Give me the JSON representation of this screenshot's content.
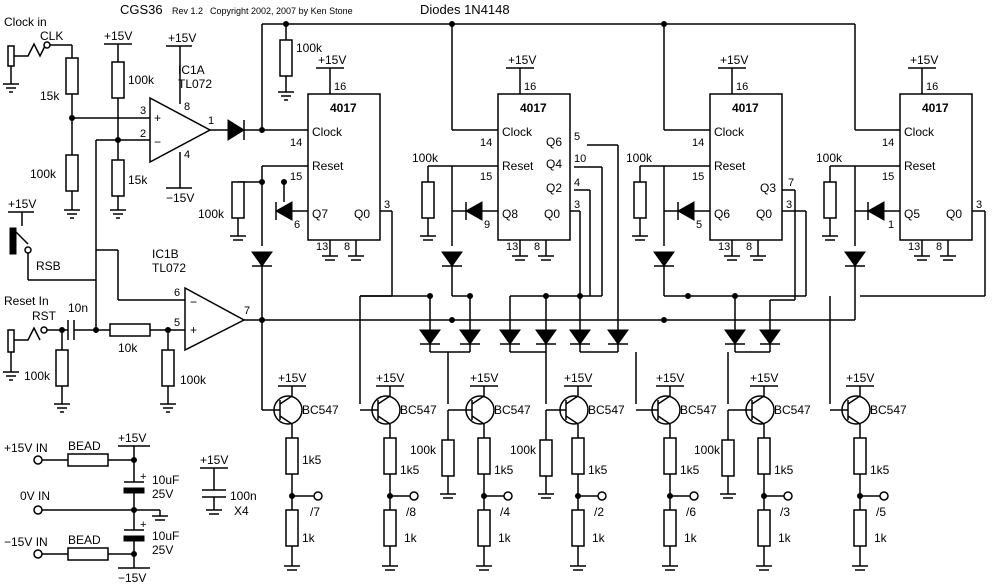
{
  "header": {
    "title": "CGS36",
    "revision": "Rev 1.2",
    "copyright": "Copyright 2002, 2007 by Ken Stone",
    "diodes": "Diodes 1N4148"
  },
  "inputs": {
    "clock_in": "Clock in",
    "clk": "CLK",
    "rsb": "RSB",
    "reset_in": "Reset In",
    "rst": "RST"
  },
  "opamps": {
    "ic1a": "IC1A",
    "ic1b": "IC1B",
    "type": "TL072"
  },
  "rails": {
    "pos": "+15V",
    "neg": "−15V",
    "pin16": "16"
  },
  "chips": [
    {
      "name": "4017",
      "clock": "Clock",
      "reset": "Reset",
      "p14": "14",
      "p15": "15",
      "p13": "13",
      "p8": "8",
      "q_left": "Q7",
      "q_left_pin": "6",
      "q0": "Q0",
      "q0_pin": "3",
      "extra": []
    },
    {
      "name": "4017",
      "clock": "Clock",
      "reset": "Reset",
      "p14": "14",
      "p15": "15",
      "p13": "13",
      "p8": "8",
      "q_left": "Q8",
      "q_left_pin": "9",
      "q0": "Q0",
      "q0_pin": "3",
      "extra": [
        {
          "label": "Q6",
          "pin": "5"
        },
        {
          "label": "Q4",
          "pin": "10"
        },
        {
          "label": "Q2",
          "pin": "4"
        }
      ]
    },
    {
      "name": "4017",
      "clock": "Clock",
      "reset": "Reset",
      "p14": "14",
      "p15": "15",
      "p13": "13",
      "p8": "8",
      "q_left": "Q6",
      "q_left_pin": "5",
      "q0": "Q0",
      "q0_pin": "3",
      "extra": [
        {
          "label": "Q3",
          "pin": "7"
        }
      ]
    },
    {
      "name": "4017",
      "clock": "Clock",
      "reset": "Reset",
      "p14": "14",
      "p15": "15",
      "p13": "13",
      "p8": "8",
      "q_left": "Q5",
      "q_left_pin": "1",
      "q0": "Q0",
      "q0_pin": "3",
      "extra": []
    }
  ],
  "resistors": {
    "r100k": "100k",
    "r15k": "15k",
    "r10k": "10k",
    "r1k5": "1k5",
    "r1k": "1k"
  },
  "pins": {
    "p1": "1",
    "p2": "2",
    "p3": "3",
    "p4": "4",
    "p5": "5",
    "p6": "6",
    "p7": "7",
    "p8": "8",
    "plus": "+",
    "minus": "−"
  },
  "caps": {
    "c10n": "10n",
    "c10uf": "10uF",
    "v25": "25V",
    "c100n": "100n",
    "x4": "X4"
  },
  "transistor": "BC547",
  "outputs": [
    "/7",
    "/8",
    "/4",
    "/2",
    "/6",
    "/3",
    "/5"
  ],
  "power": {
    "pos_in": "+15V IN",
    "zero_in": "0V IN",
    "neg_in": "−15V IN",
    "bead": "BEAD"
  }
}
